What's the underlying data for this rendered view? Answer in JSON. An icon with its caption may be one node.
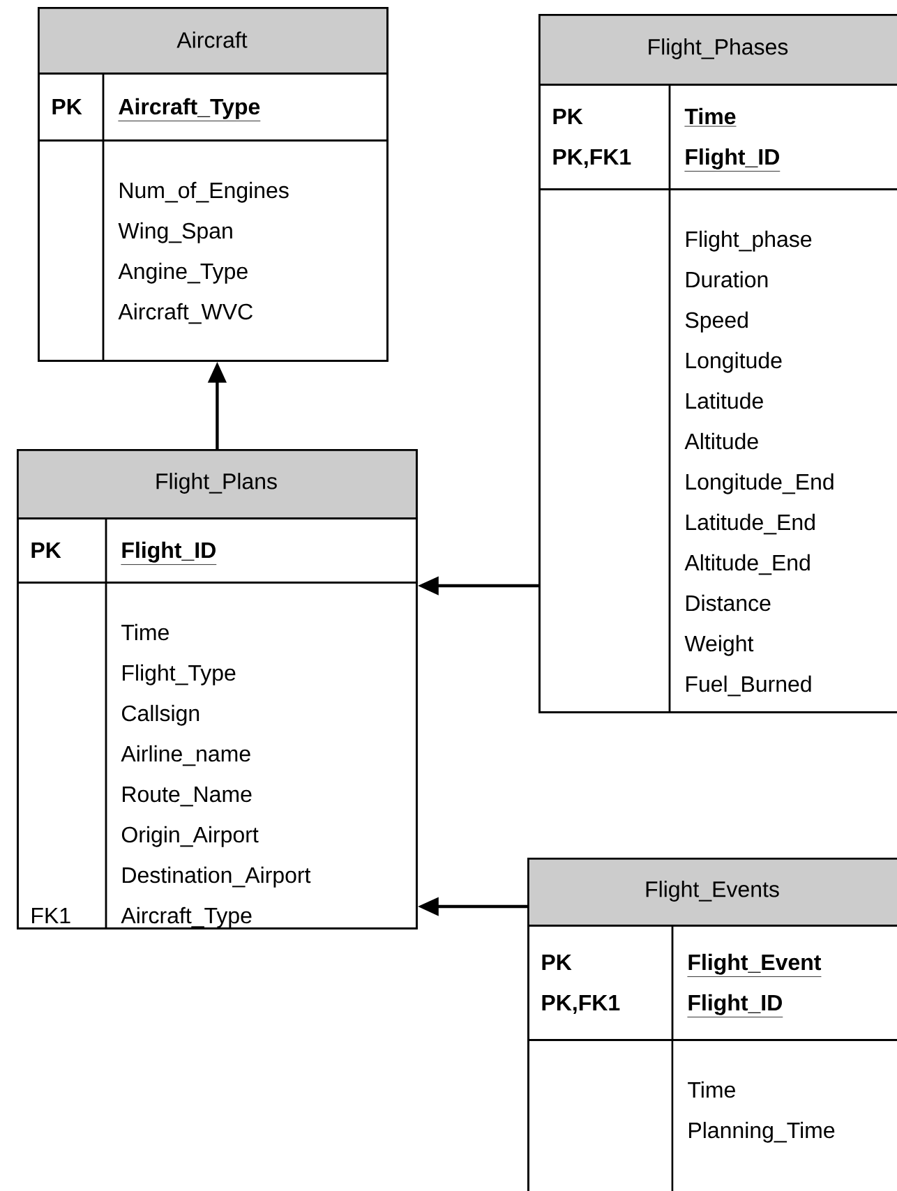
{
  "diagram": {
    "nodes": [
      {
        "text": [],
        "shape": "box"
      },
      {
        "text": [
          "Aircraft"
        ],
        "in": 0
      },
      {
        "text": [
          "PK",
          "Aircraft_Type"
        ],
        "in": 0
      },
      {
        "text": [
          "Num_of_Engines Wing_Span Angine_Type Aircraft_WVC"
        ],
        "in": 0
      },
      {
        "text": [],
        "shape": "box"
      },
      {
        "text": [
          "Flight_Phases"
        ],
        "in": 4
      },
      {
        "text": [
          "PK",
          "Time",
          "PK,FK1",
          "Flight_ID"
        ],
        "in": 4
      },
      {
        "text": [
          "Flight_phase Duration Speed Longitude Latitude Altitude Longitude_End Latitude_End Altitude_End Distance Weight Fuel_Burned"
        ],
        "in": 4
      },
      {
        "text": [],
        "shape": "box"
      },
      {
        "text": [
          "Flight_Plans"
        ],
        "in": 8
      },
      {
        "text": [
          "PK",
          "Flight_ID"
        ],
        "in": 8
      },
      {
        "text": [
          "FK1",
          "Time Flight_Type Callsign Airline_name Route_Name Origin_Airport Destination_Airport Aircraft_Type"
        ],
        "in": 8
      },
      {
        "text": [],
        "shape": "box"
      },
      {
        "text": [
          "Flight_Events"
        ],
        "in": 12
      },
      {
        "text": [
          "PK",
          "Flight_Event",
          "PK,FK1",
          "Flight_ID"
        ],
        "in": 12
      },
      {
        "text": [
          "Time Planning_Time"
        ],
        "in": 12
      }
    ],
    "edges": [
      {
        "from": 8,
        "to": 0,
        "arrow": "to"
      },
      {
        "from": 4,
        "to": 8,
        "arrow": "to"
      },
      {
        "from": 12,
        "to": 8,
        "arrow": "to"
      }
    ]
  }
}
